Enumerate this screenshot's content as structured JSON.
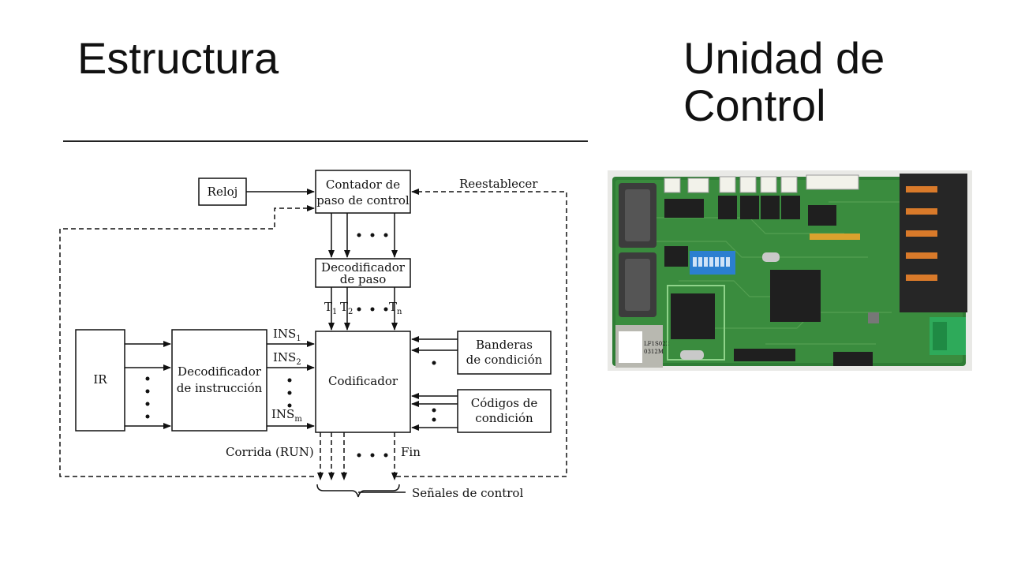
{
  "slide": {
    "title_left": "Estructura",
    "title_right_line1": "Unidad de",
    "title_right_line2": "Control"
  },
  "diagram": {
    "reloj": "Reloj",
    "contador_line1": "Contador de",
    "contador_line2": "paso de control",
    "reestablecer": "Reestablecer",
    "decodificador_paso_line1": "Decodificador",
    "decodificador_paso_line2": "de paso",
    "t1": "T",
    "t1_sub": "1",
    "t2": "T",
    "t2_sub": "2",
    "tn": "T",
    "tn_sub": "n",
    "ir": "IR",
    "decod_instr_line1": "Decodificador",
    "decod_instr_line2": "de instrucción",
    "ins1": "INS",
    "ins1_sub": "1",
    "ins2": "INS",
    "ins2_sub": "2",
    "insm": "INS",
    "insm_sub": "m",
    "codificador": "Codificador",
    "banderas_line1": "Banderas",
    "banderas_line2": "de condición",
    "codigos_line1": "Códigos de",
    "codigos_line2": "condición",
    "corrida": "Corrida (RUN)",
    "fin": "Fin",
    "senales": "Señales de control"
  },
  "board": {
    "label_chip": "LF1S022",
    "label_chip2": "0312M"
  }
}
